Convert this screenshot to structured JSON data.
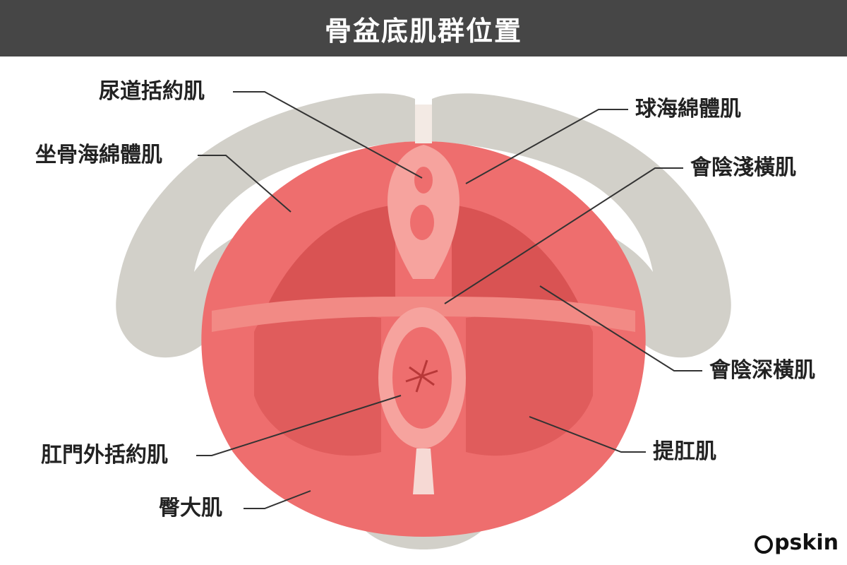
{
  "title": "骨盆底肌群位置",
  "labels": {
    "urethral_sphincter": "尿道括約肌",
    "ischiocavernosus": "坐骨海綿體肌",
    "anal_sphincter": "肛門外括約肌",
    "gluteus": "臀大肌",
    "bulbospongiosus": "球海綿體肌",
    "superficial_transverse": "會陰淺橫肌",
    "deep_transverse": "會陰深橫肌",
    "levator_ani": "提肛肌"
  },
  "brand": "pskin",
  "colors": {
    "title_bg": "#464646",
    "bone": "#d2d0c9",
    "muscle": "#ee6e6e",
    "muscle_light": "#f6a39e",
    "muscle_dark": "#d95353",
    "leader": "#333333"
  }
}
